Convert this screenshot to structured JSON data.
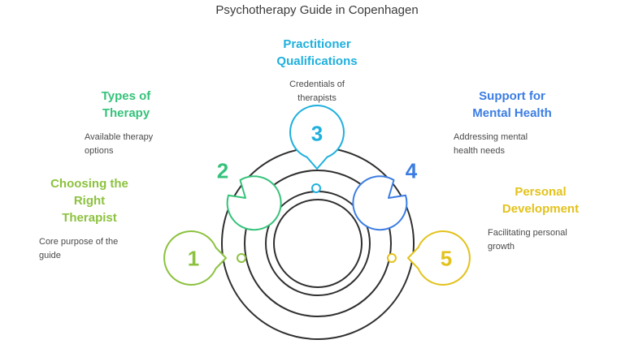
{
  "title": "Psychotherapy Guide in Copenhagen",
  "colors": {
    "ring": "#2f2f2f",
    "green": "#8cc23f",
    "teal": "#35c27a",
    "cyan": "#1fb0de",
    "blue": "#3b7de3",
    "yellow": "#e3c21c"
  },
  "items": [
    {
      "number": "1",
      "title_lines": [
        "Choosing the",
        "Right",
        "Therapist"
      ],
      "desc_lines": [
        "Core purpose of the",
        "guide"
      ],
      "color": "#8cc23f"
    },
    {
      "number": "2",
      "title_lines": [
        "Types of",
        "Therapy"
      ],
      "desc_lines": [
        "Available therapy",
        "options"
      ],
      "color": "#35c27a"
    },
    {
      "number": "3",
      "title_lines": [
        "Practitioner",
        "Qualifications"
      ],
      "desc_lines": [
        "Credentials of",
        "therapists"
      ],
      "color": "#1fb0de"
    },
    {
      "number": "4",
      "title_lines": [
        "Support for",
        "Mental Health"
      ],
      "desc_lines": [
        "Addressing mental",
        "health needs"
      ],
      "color": "#3b7de3"
    },
    {
      "number": "5",
      "title_lines": [
        "Personal",
        "Development"
      ],
      "desc_lines": [
        "Facilitating personal",
        "growth"
      ],
      "color": "#e3c21c"
    }
  ]
}
